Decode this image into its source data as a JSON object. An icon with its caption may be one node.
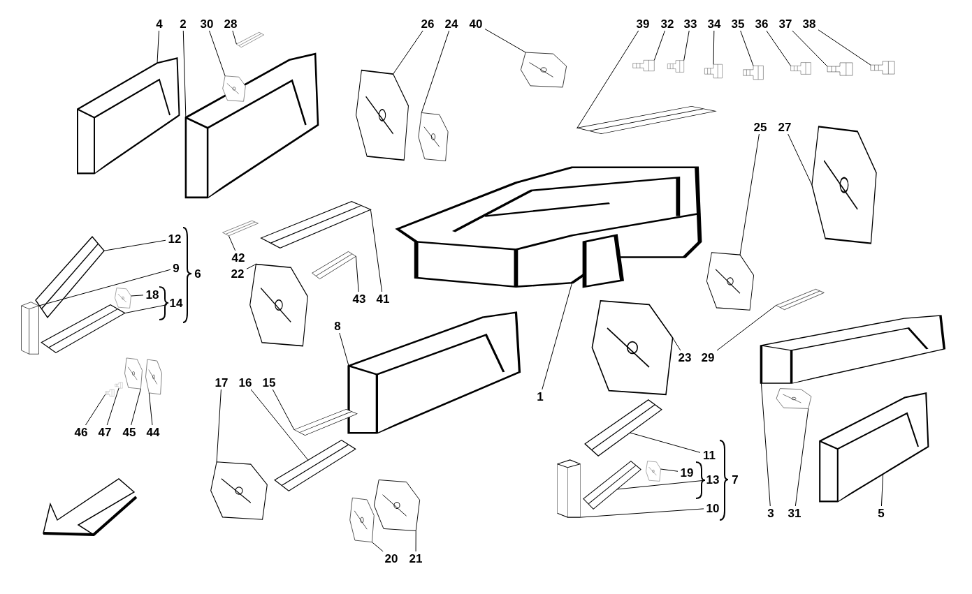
{
  "diagram": {
    "nodes": [
      {
        "text": [
          "4"
        ]
      },
      {
        "text": [
          "2"
        ]
      },
      {
        "text": [
          "30"
        ]
      },
      {
        "text": [
          "28"
        ]
      },
      {
        "text": [
          "26"
        ]
      },
      {
        "text": [
          "24"
        ]
      },
      {
        "text": [
          "40"
        ]
      },
      {
        "text": [
          "39"
        ]
      },
      {
        "text": [
          "32"
        ]
      },
      {
        "text": [
          "33"
        ]
      },
      {
        "text": [
          "34"
        ]
      },
      {
        "text": [
          "35"
        ]
      },
      {
        "text": [
          "36"
        ]
      },
      {
        "text": [
          "37"
        ]
      },
      {
        "text": [
          "38"
        ]
      },
      {
        "text": [
          "25"
        ]
      },
      {
        "text": [
          "27"
        ]
      },
      {
        "text": [
          "12"
        ]
      },
      {
        "text": [
          "9"
        ]
      },
      {
        "text": [
          "18"
        ]
      },
      {
        "text": [
          "14"
        ]
      },
      {
        "text": [
          "42"
        ]
      },
      {
        "text": [
          "22"
        ]
      },
      {
        "text": [
          "43"
        ]
      },
      {
        "text": [
          "41"
        ]
      },
      {
        "text": [
          "8"
        ]
      },
      {
        "text": [
          "23"
        ]
      },
      {
        "text": [
          "29"
        ]
      },
      {
        "text": [
          "1"
        ]
      },
      {
        "text": [
          "17"
        ]
      },
      {
        "text": [
          "16"
        ]
      },
      {
        "text": [
          "15"
        ]
      },
      {
        "text": [
          "46"
        ]
      },
      {
        "text": [
          "47"
        ]
      },
      {
        "text": [
          "45"
        ]
      },
      {
        "text": [
          "44"
        ]
      },
      {
        "text": [
          "11"
        ]
      },
      {
        "text": [
          "19"
        ]
      },
      {
        "text": [
          "13"
        ]
      },
      {
        "text": [
          "10"
        ]
      },
      {
        "text": [
          "3"
        ]
      },
      {
        "text": [
          "31"
        ]
      },
      {
        "text": [
          "5"
        ]
      },
      {
        "text": [
          "20"
        ]
      },
      {
        "text": [
          "21"
        ]
      },
      {
        "text": [],
        "shape": "picture"
      },
      {
        "text": [],
        "shape": "picture"
      },
      {
        "text": [],
        "shape": "picture"
      },
      {
        "text": [],
        "shape": "picture"
      },
      {
        "text": [],
        "shape": "picture"
      },
      {
        "text": [],
        "shape": "picture"
      },
      {
        "text": [],
        "shape": "picture"
      },
      {
        "text": [],
        "shape": "picture"
      },
      {
        "text": [],
        "shape": "picture"
      },
      {
        "text": [],
        "shape": "picture"
      },
      {
        "text": [],
        "shape": "picture"
      },
      {
        "text": [],
        "shape": "picture"
      },
      {
        "text": [],
        "shape": "picture"
      },
      {
        "text": [],
        "shape": "picture"
      },
      {
        "text": [],
        "shape": "picture"
      },
      {
        "text": [],
        "shape": "picture"
      },
      {
        "text": [],
        "shape": "picture"
      },
      {
        "text": [],
        "shape": "picture"
      },
      {
        "text": [],
        "shape": "picture"
      },
      {
        "text": [],
        "shape": "picture"
      },
      {
        "text": [],
        "shape": "picture"
      },
      {
        "text": [],
        "shape": "picture"
      },
      {
        "text": [],
        "shape": "picture"
      },
      {
        "text": [],
        "shape": "picture"
      },
      {
        "text": [],
        "shape": "picture"
      },
      {
        "text": [],
        "shape": "picture"
      },
      {
        "text": [],
        "shape": "picture"
      },
      {
        "text": [],
        "shape": "picture"
      },
      {
        "text": [],
        "shape": "picture"
      },
      {
        "text": [],
        "shape": "picture"
      },
      {
        "text": [],
        "shape": "picture"
      },
      {
        "text": [],
        "shape": "picture"
      },
      {
        "text": [],
        "shape": "picture"
      },
      {
        "text": [],
        "shape": "picture"
      },
      {
        "text": [],
        "shape": "picture"
      },
      {
        "text": [],
        "shape": "picture"
      },
      {
        "text": [],
        "shape": "picture"
      },
      {
        "text": [],
        "shape": "picture"
      },
      {
        "text": [],
        "shape": "picture"
      },
      {
        "text": [],
        "shape": "picture"
      },
      {
        "text": [],
        "shape": "picture"
      },
      {
        "text": [],
        "shape": "picture"
      },
      {
        "text": [],
        "shape": "picture"
      },
      {
        "text": [],
        "shape": "picture"
      },
      {
        "text": [],
        "shape": "picture"
      }
    ],
    "edges": [
      {
        "from": 0,
        "to": 45,
        "arrow": "none"
      },
      {
        "from": 1,
        "to": 46,
        "arrow": "none"
      },
      {
        "from": 2,
        "to": 47,
        "arrow": "none"
      },
      {
        "from": 3,
        "to": 48,
        "arrow": "none"
      },
      {
        "from": 4,
        "to": 49,
        "arrow": "none"
      },
      {
        "from": 5,
        "to": 50,
        "arrow": "none"
      },
      {
        "from": 6,
        "to": 51,
        "arrow": "none"
      },
      {
        "from": 7,
        "to": 52,
        "arrow": "none"
      },
      {
        "from": 8,
        "to": 53,
        "arrow": "none"
      },
      {
        "from": 9,
        "to": 54,
        "arrow": "none"
      },
      {
        "from": 10,
        "to": 55,
        "arrow": "none"
      },
      {
        "from": 11,
        "to": 56,
        "arrow": "none"
      },
      {
        "from": 12,
        "to": 57,
        "arrow": "none"
      },
      {
        "from": 13,
        "to": 58,
        "arrow": "none"
      },
      {
        "from": 14,
        "to": 59,
        "arrow": "none"
      },
      {
        "from": 15,
        "to": 60,
        "arrow": "none"
      },
      {
        "from": 16,
        "to": 61,
        "arrow": "none"
      },
      {
        "from": 17,
        "to": 62,
        "arrow": "none"
      },
      {
        "from": 18,
        "to": 63,
        "arrow": "none"
      },
      {
        "from": 19,
        "to": 64,
        "arrow": "none"
      },
      {
        "from": 20,
        "to": 65,
        "arrow": "none"
      },
      {
        "from": 21,
        "to": 66,
        "arrow": "none"
      },
      {
        "from": 22,
        "to": 67,
        "arrow": "none"
      },
      {
        "from": 23,
        "to": 68,
        "arrow": "none"
      },
      {
        "from": 24,
        "to": 69,
        "arrow": "none"
      },
      {
        "from": 25,
        "to": 70,
        "arrow": "none"
      },
      {
        "from": 26,
        "to": 71,
        "arrow": "none"
      },
      {
        "from": 27,
        "to": 72,
        "arrow": "none"
      },
      {
        "from": 28,
        "to": 73,
        "arrow": "none"
      },
      {
        "from": 29,
        "to": 74,
        "arrow": "none"
      },
      {
        "from": 30,
        "to": 75,
        "arrow": "none"
      },
      {
        "from": 31,
        "to": 76,
        "arrow": "none"
      },
      {
        "from": 32,
        "to": 77,
        "arrow": "none"
      },
      {
        "from": 33,
        "to": 78,
        "arrow": "none"
      },
      {
        "from": 34,
        "to": 79,
        "arrow": "none"
      },
      {
        "from": 35,
        "to": 80,
        "arrow": "none"
      },
      {
        "from": 36,
        "to": 81,
        "arrow": "none"
      },
      {
        "from": 37,
        "to": 82,
        "arrow": "none"
      },
      {
        "from": 38,
        "to": 83,
        "arrow": "none"
      },
      {
        "from": 39,
        "to": 84,
        "arrow": "none"
      },
      {
        "from": 40,
        "to": 85,
        "arrow": "none"
      },
      {
        "from": 41,
        "to": 86,
        "arrow": "none"
      },
      {
        "from": 42,
        "to": 87,
        "arrow": "none"
      },
      {
        "from": 43,
        "to": 88,
        "arrow": "none"
      },
      {
        "from": 44,
        "to": 89,
        "arrow": "none"
      }
    ],
    "labels": [
      "6",
      "7"
    ]
  }
}
